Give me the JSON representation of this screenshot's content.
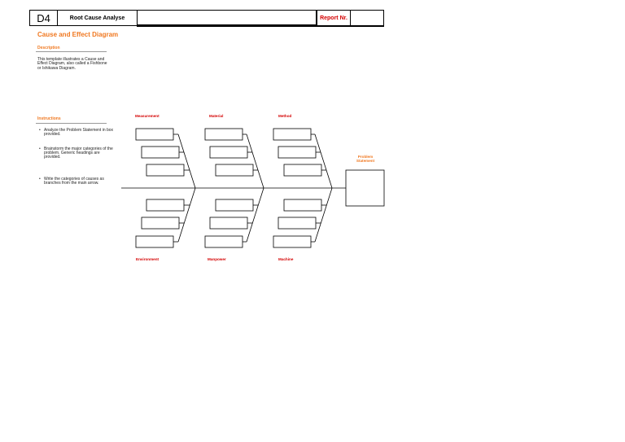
{
  "header": {
    "code": "D4",
    "title": "Root Cause Analyse",
    "report_label": "Report Nr."
  },
  "page": {
    "title": "Cause and Effect Diagram",
    "description_heading": "Description",
    "description_text": "This template illustrates a Cause and Effect Diagram, also called a Fishbone or Ishikawa Diagram.",
    "instructions_heading": "Instructions",
    "instructions": [
      "Analyze the Problem Statement in box provided.",
      "Brainstorm the major categories of the problem. Generic headings are provided.",
      "Write the categories of causes as branches from the main arrow."
    ]
  },
  "diagram": {
    "categories_top": [
      "Measurement",
      "Material",
      "Method"
    ],
    "categories_bottom": [
      "Environment",
      "Manpower",
      "Machine"
    ],
    "problem_label": "Problem Statement",
    "line_color": "#000000",
    "label_color": "#d40000",
    "accent_color": "#f07820"
  }
}
